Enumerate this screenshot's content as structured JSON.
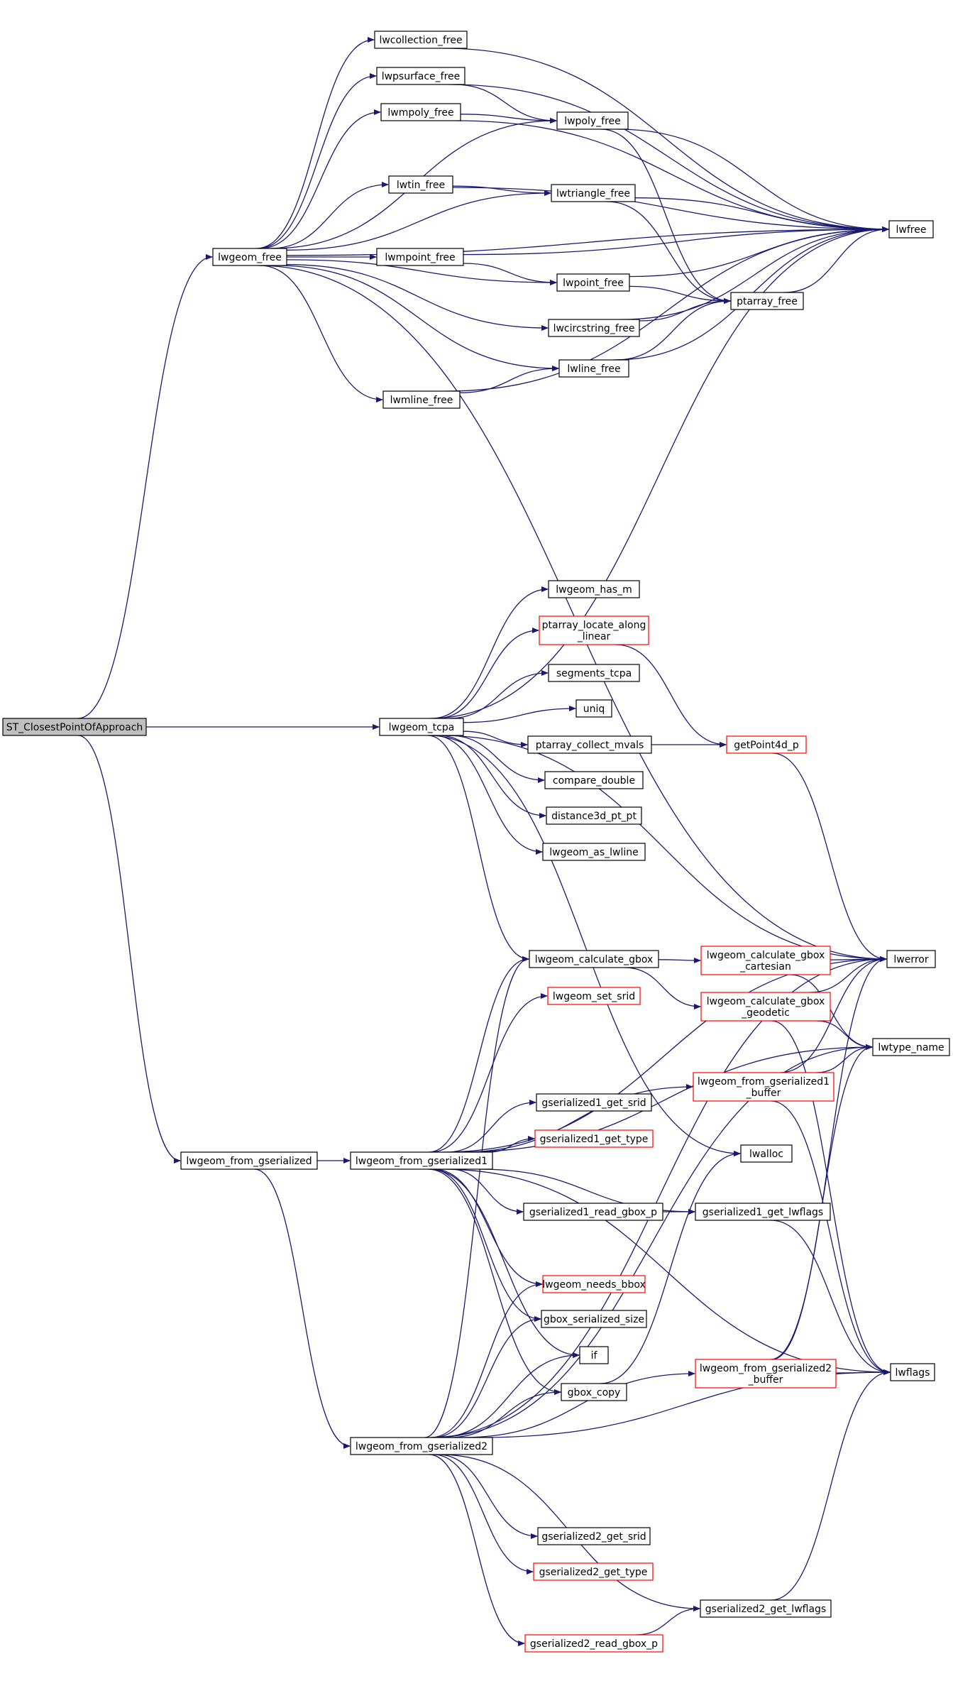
{
  "colors": {
    "edge": "#191970",
    "node_border": "#000000",
    "node_border_red": "#ff0000",
    "root_fill": "#bfbfbf",
    "node_fill": "#ffffff"
  },
  "nodes": [
    {
      "id": "root",
      "lines": [
        "ST_ClosestPointOfApproach"
      ],
      "style": "root"
    },
    {
      "id": "lwgeom_free",
      "lines": [
        "lwgeom_free"
      ]
    },
    {
      "id": "lwcollection_free",
      "lines": [
        "lwcollection_free"
      ]
    },
    {
      "id": "lwpsurface_free",
      "lines": [
        "lwpsurface_free"
      ]
    },
    {
      "id": "lwmpoly_free",
      "lines": [
        "lwmpoly_free"
      ]
    },
    {
      "id": "lwpoly_free",
      "lines": [
        "lwpoly_free"
      ]
    },
    {
      "id": "lwtin_free",
      "lines": [
        "lwtin_free"
      ]
    },
    {
      "id": "lwtriangle_free",
      "lines": [
        "lwtriangle_free"
      ]
    },
    {
      "id": "lwfree",
      "lines": [
        "lwfree"
      ]
    },
    {
      "id": "lwmpoint_free",
      "lines": [
        "lwmpoint_free"
      ]
    },
    {
      "id": "lwpoint_free",
      "lines": [
        "lwpoint_free"
      ]
    },
    {
      "id": "ptarray_free",
      "lines": [
        "ptarray_free"
      ]
    },
    {
      "id": "lwcircstring_free",
      "lines": [
        "lwcircstring_free"
      ]
    },
    {
      "id": "lwline_free",
      "lines": [
        "lwline_free"
      ]
    },
    {
      "id": "lwmline_free",
      "lines": [
        "lwmline_free"
      ]
    },
    {
      "id": "lwgeom_tcpa",
      "lines": [
        "lwgeom_tcpa"
      ]
    },
    {
      "id": "lwgeom_has_m",
      "lines": [
        "lwgeom_has_m"
      ]
    },
    {
      "id": "ptarray_locate_along_linear",
      "lines": [
        "ptarray_locate_along",
        "_linear"
      ],
      "style": "red"
    },
    {
      "id": "segments_tcpa",
      "lines": [
        "segments_tcpa"
      ]
    },
    {
      "id": "uniq",
      "lines": [
        "uniq"
      ]
    },
    {
      "id": "ptarray_collect_mvals",
      "lines": [
        "ptarray_collect_mvals"
      ]
    },
    {
      "id": "getPoint4d_p",
      "lines": [
        "getPoint4d_p"
      ],
      "style": "red"
    },
    {
      "id": "compare_double",
      "lines": [
        "compare_double"
      ]
    },
    {
      "id": "distance3d_pt_pt",
      "lines": [
        "distance3d_pt_pt"
      ]
    },
    {
      "id": "lwgeom_as_lwline",
      "lines": [
        "lwgeom_as_lwline"
      ]
    },
    {
      "id": "lwgeom_calculate_gbox",
      "lines": [
        "lwgeom_calculate_gbox"
      ]
    },
    {
      "id": "lwgeom_calculate_gbox_cartesian",
      "lines": [
        "lwgeom_calculate_gbox",
        "_cartesian"
      ],
      "style": "red"
    },
    {
      "id": "lwerror",
      "lines": [
        "lwerror"
      ]
    },
    {
      "id": "lwgeom_set_srid",
      "lines": [
        "lwgeom_set_srid"
      ],
      "style": "red"
    },
    {
      "id": "lwgeom_calculate_gbox_geodetic",
      "lines": [
        "lwgeom_calculate_gbox",
        "_geodetic"
      ],
      "style": "red"
    },
    {
      "id": "lwtype_name",
      "lines": [
        "lwtype_name"
      ]
    },
    {
      "id": "lwgeom_from_gserialized1_buffer",
      "lines": [
        "lwgeom_from_gserialized1",
        "_buffer"
      ],
      "style": "red"
    },
    {
      "id": "gserialized1_get_srid",
      "lines": [
        "gserialized1_get_srid"
      ]
    },
    {
      "id": "gserialized1_get_type",
      "lines": [
        "gserialized1_get_type"
      ],
      "style": "red"
    },
    {
      "id": "lwgeom_from_gserialized",
      "lines": [
        "lwgeom_from_gserialized"
      ]
    },
    {
      "id": "lwgeom_from_gserialized1",
      "lines": [
        "lwgeom_from_gserialized1"
      ]
    },
    {
      "id": "lwalloc",
      "lines": [
        "lwalloc"
      ]
    },
    {
      "id": "gserialized1_read_gbox_p",
      "lines": [
        "gserialized1_read_gbox_p"
      ]
    },
    {
      "id": "gserialized1_get_lwflags",
      "lines": [
        "gserialized1_get_lwflags"
      ]
    },
    {
      "id": "lwgeom_needs_bbox",
      "lines": [
        "lwgeom_needs_bbox"
      ],
      "style": "red"
    },
    {
      "id": "gbox_serialized_size",
      "lines": [
        "gbox_serialized_size"
      ]
    },
    {
      "id": "if",
      "lines": [
        "if"
      ]
    },
    {
      "id": "lwgeom_from_gserialized2_buffer",
      "lines": [
        "lwgeom_from_gserialized2",
        "_buffer"
      ],
      "style": "red"
    },
    {
      "id": "lwflags",
      "lines": [
        "lwflags"
      ]
    },
    {
      "id": "gbox_copy",
      "lines": [
        "gbox_copy"
      ]
    },
    {
      "id": "lwgeom_from_gserialized2",
      "lines": [
        "lwgeom_from_gserialized2"
      ]
    },
    {
      "id": "gserialized2_get_srid",
      "lines": [
        "gserialized2_get_srid"
      ]
    },
    {
      "id": "gserialized2_get_type",
      "lines": [
        "gserialized2_get_type"
      ],
      "style": "red"
    },
    {
      "id": "gserialized2_get_lwflags",
      "lines": [
        "gserialized2_get_lwflags"
      ]
    },
    {
      "id": "gserialized2_read_gbox_p",
      "lines": [
        "gserialized2_read_gbox_p"
      ],
      "style": "red"
    }
  ],
  "edges": [
    [
      "root",
      "lwgeom_free"
    ],
    [
      "root",
      "lwgeom_tcpa"
    ],
    [
      "root",
      "lwgeom_from_gserialized"
    ],
    [
      "lwgeom_free",
      "lwcollection_free"
    ],
    [
      "lwgeom_free",
      "lwpsurface_free"
    ],
    [
      "lwgeom_free",
      "lwmpoly_free"
    ],
    [
      "lwgeom_free",
      "lwpoly_free"
    ],
    [
      "lwgeom_free",
      "lwtin_free"
    ],
    [
      "lwgeom_free",
      "lwtriangle_free"
    ],
    [
      "lwgeom_free",
      "lwfree"
    ],
    [
      "lwgeom_free",
      "lwmpoint_free"
    ],
    [
      "lwgeom_free",
      "lwpoint_free"
    ],
    [
      "lwgeom_free",
      "lwcircstring_free"
    ],
    [
      "lwgeom_free",
      "lwline_free"
    ],
    [
      "lwgeom_free",
      "lwmline_free"
    ],
    [
      "lwgeom_free",
      "lwerror"
    ],
    [
      "lwcollection_free",
      "lwfree"
    ],
    [
      "lwpsurface_free",
      "lwpoly_free"
    ],
    [
      "lwpsurface_free",
      "lwfree"
    ],
    [
      "lwmpoly_free",
      "lwpoly_free"
    ],
    [
      "lwmpoly_free",
      "lwfree"
    ],
    [
      "lwpoly_free",
      "lwfree"
    ],
    [
      "lwpoly_free",
      "ptarray_free"
    ],
    [
      "lwtin_free",
      "lwtriangle_free"
    ],
    [
      "lwtin_free",
      "lwfree"
    ],
    [
      "lwtriangle_free",
      "lwfree"
    ],
    [
      "lwtriangle_free",
      "ptarray_free"
    ],
    [
      "lwmpoint_free",
      "lwpoint_free"
    ],
    [
      "lwmpoint_free",
      "lwfree"
    ],
    [
      "lwpoint_free",
      "lwfree"
    ],
    [
      "lwpoint_free",
      "ptarray_free"
    ],
    [
      "ptarray_free",
      "lwfree"
    ],
    [
      "lwcircstring_free",
      "ptarray_free"
    ],
    [
      "lwcircstring_free",
      "lwfree"
    ],
    [
      "lwline_free",
      "ptarray_free"
    ],
    [
      "lwline_free",
      "lwfree"
    ],
    [
      "lwmline_free",
      "lwline_free"
    ],
    [
      "lwmline_free",
      "lwfree"
    ],
    [
      "lwgeom_tcpa",
      "lwgeom_has_m"
    ],
    [
      "lwgeom_tcpa",
      "ptarray_locate_along_linear"
    ],
    [
      "lwgeom_tcpa",
      "segments_tcpa"
    ],
    [
      "lwgeom_tcpa",
      "uniq"
    ],
    [
      "lwgeom_tcpa",
      "ptarray_collect_mvals"
    ],
    [
      "lwgeom_tcpa",
      "compare_double"
    ],
    [
      "lwgeom_tcpa",
      "distance3d_pt_pt"
    ],
    [
      "lwgeom_tcpa",
      "lwgeom_as_lwline"
    ],
    [
      "lwgeom_tcpa",
      "lwgeom_calculate_gbox"
    ],
    [
      "lwgeom_tcpa",
      "lwfree"
    ],
    [
      "lwgeom_tcpa",
      "lwerror"
    ],
    [
      "lwgeom_tcpa",
      "lwalloc"
    ],
    [
      "ptarray_locate_along_linear",
      "getPoint4d_p"
    ],
    [
      "ptarray_collect_mvals",
      "getPoint4d_p"
    ],
    [
      "getPoint4d_p",
      "lwerror"
    ],
    [
      "lwgeom_calculate_gbox",
      "lwgeom_calculate_gbox_cartesian"
    ],
    [
      "lwgeom_calculate_gbox",
      "lwgeom_calculate_gbox_geodetic"
    ],
    [
      "lwgeom_calculate_gbox_cartesian",
      "lwerror"
    ],
    [
      "lwgeom_calculate_gbox_cartesian",
      "lwtype_name"
    ],
    [
      "lwgeom_calculate_gbox_geodetic",
      "lwerror"
    ],
    [
      "lwgeom_calculate_gbox_geodetic",
      "lwtype_name"
    ],
    [
      "lwgeom_calculate_gbox_geodetic",
      "lwflags"
    ],
    [
      "lwgeom_from_gserialized",
      "lwgeom_from_gserialized1"
    ],
    [
      "lwgeom_from_gserialized",
      "lwgeom_from_gserialized2"
    ],
    [
      "lwgeom_from_gserialized1",
      "lwgeom_calculate_gbox"
    ],
    [
      "lwgeom_from_gserialized1",
      "lwerror"
    ],
    [
      "lwgeom_from_gserialized1",
      "lwgeom_set_srid"
    ],
    [
      "lwgeom_from_gserialized1",
      "lwtype_name"
    ],
    [
      "lwgeom_from_gserialized1",
      "lwgeom_from_gserialized1_buffer"
    ],
    [
      "lwgeom_from_gserialized1",
      "gserialized1_get_srid"
    ],
    [
      "lwgeom_from_gserialized1",
      "gserialized1_get_type"
    ],
    [
      "lwgeom_from_gserialized1",
      "gserialized1_read_gbox_p"
    ],
    [
      "lwgeom_from_gserialized1",
      "gserialized1_get_lwflags"
    ],
    [
      "lwgeom_from_gserialized1",
      "lwgeom_needs_bbox"
    ],
    [
      "lwgeom_from_gserialized1",
      "gbox_serialized_size"
    ],
    [
      "lwgeom_from_gserialized1",
      "if"
    ],
    [
      "lwgeom_from_gserialized1",
      "gbox_copy"
    ],
    [
      "lwgeom_from_gserialized1",
      "lwflags"
    ],
    [
      "lwgeom_from_gserialized1_buffer",
      "lwerror"
    ],
    [
      "lwgeom_from_gserialized1_buffer",
      "lwtype_name"
    ],
    [
      "lwgeom_from_gserialized1_buffer",
      "lwflags"
    ],
    [
      "gserialized1_read_gbox_p",
      "gserialized1_get_lwflags"
    ],
    [
      "gserialized1_get_lwflags",
      "lwflags"
    ],
    [
      "gbox_copy",
      "lwalloc"
    ],
    [
      "lwgeom_from_gserialized2",
      "lwgeom_calculate_gbox"
    ],
    [
      "lwgeom_from_gserialized2",
      "lwgeom_needs_bbox"
    ],
    [
      "lwgeom_from_gserialized2",
      "gbox_serialized_size"
    ],
    [
      "lwgeom_from_gserialized2",
      "if"
    ],
    [
      "lwgeom_from_gserialized2",
      "gbox_copy"
    ],
    [
      "lwgeom_from_gserialized2",
      "lwerror"
    ],
    [
      "lwgeom_from_gserialized2",
      "lwgeom_from_gserialized2_buffer"
    ],
    [
      "lwgeom_from_gserialized2",
      "lwtype_name"
    ],
    [
      "lwgeom_from_gserialized2",
      "lwflags"
    ],
    [
      "lwgeom_from_gserialized2",
      "gserialized2_get_srid"
    ],
    [
      "lwgeom_from_gserialized2",
      "gserialized2_get_type"
    ],
    [
      "lwgeom_from_gserialized2",
      "gserialized2_get_lwflags"
    ],
    [
      "lwgeom_from_gserialized2",
      "gserialized2_read_gbox_p"
    ],
    [
      "lwgeom_from_gserialized2_buffer",
      "lwflags"
    ],
    [
      "lwgeom_from_gserialized2_buffer",
      "lwerror"
    ],
    [
      "lwgeom_from_gserialized2_buffer",
      "lwtype_name"
    ],
    [
      "gserialized2_read_gbox_p",
      "gserialized2_get_lwflags"
    ],
    [
      "gserialized2_get_lwflags",
      "lwflags"
    ]
  ]
}
